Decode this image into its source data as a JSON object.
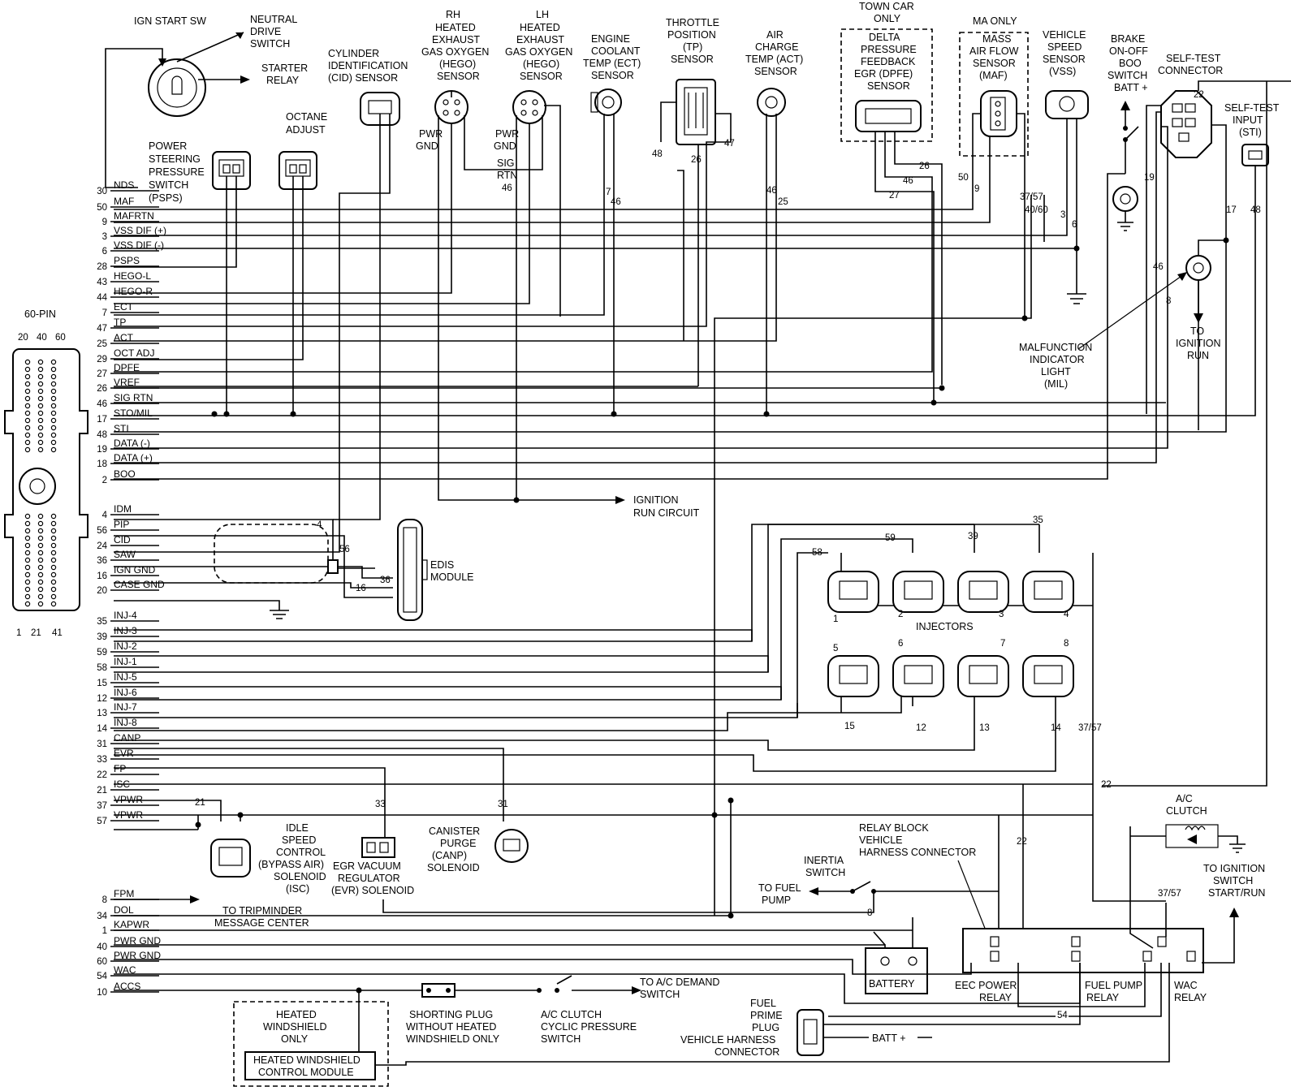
{
  "ecm": {
    "title": "60-PIN",
    "top_pins": [
      "20",
      "40",
      "60"
    ],
    "bottom_pins": [
      "1",
      "21",
      "41"
    ]
  },
  "ecm_pins": [
    {
      "pin": "30",
      "signal": "NDS"
    },
    {
      "pin": "50",
      "signal": "MAF"
    },
    {
      "pin": "9",
      "signal": "MAFRTN"
    },
    {
      "pin": "3",
      "signal": "VSS DIF (+)"
    },
    {
      "pin": "6",
      "signal": "VSS DIF (-)"
    },
    {
      "pin": "28",
      "signal": "PSPS"
    },
    {
      "pin": "43",
      "signal": "HEGO-L"
    },
    {
      "pin": "44",
      "signal": "HEGO-R"
    },
    {
      "pin": "7",
      "signal": "ECT"
    },
    {
      "pin": "47",
      "signal": "TP"
    },
    {
      "pin": "25",
      "signal": "ACT"
    },
    {
      "pin": "29",
      "signal": "OCT ADJ"
    },
    {
      "pin": "27",
      "signal": "DPFE"
    },
    {
      "pin": "26",
      "signal": "VREF"
    },
    {
      "pin": "46",
      "signal": "SIG RTN"
    },
    {
      "pin": "17",
      "signal": "STO/MIL"
    },
    {
      "pin": "48",
      "signal": "STI"
    },
    {
      "pin": "19",
      "signal": "DATA (-)"
    },
    {
      "pin": "18",
      "signal": "DATA (+)"
    },
    {
      "pin": "2",
      "signal": "BOO"
    },
    {
      "pin": "4",
      "signal": "IDM"
    },
    {
      "pin": "56",
      "signal": "PIP"
    },
    {
      "pin": "24",
      "signal": "CID"
    },
    {
      "pin": "36",
      "signal": "SAW"
    },
    {
      "pin": "16",
      "signal": "IGN GND"
    },
    {
      "pin": "20",
      "signal": "CASE GND"
    },
    {
      "pin": "35",
      "signal": "INJ-4"
    },
    {
      "pin": "39",
      "signal": "INJ-3"
    },
    {
      "pin": "59",
      "signal": "INJ-2"
    },
    {
      "pin": "58",
      "signal": "INJ-1"
    },
    {
      "pin": "15",
      "signal": "INJ-5"
    },
    {
      "pin": "12",
      "signal": "INJ-6"
    },
    {
      "pin": "13",
      "signal": "INJ-7"
    },
    {
      "pin": "14",
      "signal": "INJ-8"
    },
    {
      "pin": "31",
      "signal": "CANP"
    },
    {
      "pin": "33",
      "signal": "EVR"
    },
    {
      "pin": "22",
      "signal": "FP"
    },
    {
      "pin": "21",
      "signal": "ISC"
    },
    {
      "pin": "37",
      "signal": "VPWR"
    },
    {
      "pin": "57",
      "signal": "VPWR"
    },
    {
      "pin": "8",
      "signal": "FPM"
    },
    {
      "pin": "34",
      "signal": "DOL"
    },
    {
      "pin": "1",
      "signal": "KAPWR"
    },
    {
      "pin": "40",
      "signal": "PWR GND"
    },
    {
      "pin": "60",
      "signal": "PWR GND"
    },
    {
      "pin": "54",
      "signal": "WAC"
    },
    {
      "pin": "10",
      "signal": "ACCS"
    }
  ],
  "components": {
    "ign_start_sw": "IGN START SW",
    "neutral_drive_switch": [
      "NEUTRAL",
      "DRIVE",
      "SWITCH"
    ],
    "starter_relay": [
      "STARTER",
      "RELAY"
    ],
    "psps": [
      "POWER",
      "STEERING",
      "PRESSURE",
      "SWITCH",
      "(PSPS)"
    ],
    "octane_adjust": [
      "OCTANE",
      "ADJUST"
    ],
    "cid_sensor": [
      "CYLINDER",
      "IDENTIFICATION",
      "(CID) SENSOR"
    ],
    "rh_hego": [
      "RH",
      "HEATED",
      "EXHAUST",
      "GAS OXYGEN",
      "(HEGO)",
      "SENSOR"
    ],
    "lh_hego": [
      "LH",
      "HEATED",
      "EXHAUST",
      "GAS OXYGEN",
      "(HEGO)",
      "SENSOR"
    ],
    "ect_sensor": [
      "ENGINE",
      "COOLANT",
      "TEMP (ECT)",
      "SENSOR"
    ],
    "tp_sensor": [
      "THROTTLE",
      "POSITION",
      "(TP)",
      "SENSOR"
    ],
    "act_sensor": [
      "AIR",
      "CHARGE",
      "TEMP (ACT)",
      "SENSOR"
    ],
    "town_car_only": [
      "TOWN CAR",
      "ONLY"
    ],
    "dpfe_sensor": [
      "DELTA",
      "PRESSURE",
      "FEEDBACK",
      "EGR (DPFE)",
      "SENSOR"
    ],
    "ma_only": "MA ONLY",
    "maf_sensor": [
      "MASS",
      "AIR FLOW",
      "SENSOR",
      "(MAF)"
    ],
    "vss": [
      "VEHICLE",
      "SPEED",
      "SENSOR",
      "(VSS)"
    ],
    "boo_switch": [
      "BRAKE",
      "ON-OFF",
      "BOO",
      "SWITCH",
      "BATT +"
    ],
    "self_test_connector": [
      "SELF-TEST",
      "CONNECTOR"
    ],
    "sti": [
      "SELF-TEST",
      "INPUT",
      "(STI)"
    ],
    "mil": [
      "MALFUNCTION",
      "INDICATOR",
      "LIGHT",
      "(MIL)"
    ],
    "to_ignition_run": [
      "TO",
      "IGNITION",
      "RUN"
    ],
    "pwr_gnd": [
      "PWR",
      "GND"
    ],
    "sig_rtn": [
      "SIG",
      "RTN"
    ],
    "ignition_run_circuit": [
      "IGNITION",
      "RUN CIRCUIT"
    ],
    "edis": [
      "EDIS",
      "MODULE"
    ],
    "injectors": "INJECTORS",
    "isc": [
      "IDLE",
      "SPEED",
      "CONTROL",
      "(BYPASS AIR)",
      "SOLENOID",
      "(ISC)"
    ],
    "evr": [
      "EGR VACUUM",
      "REGULATOR",
      "(EVR) SOLENOID"
    ],
    "canp": [
      "CANISTER",
      "PURGE",
      "(CANP)",
      "SOLENOID"
    ],
    "relay_block": [
      "RELAY BLOCK",
      "VEHICLE",
      "HARNESS CONNECTOR"
    ],
    "inertia": [
      "INERTIA",
      "SWITCH"
    ],
    "to_fuel_pump": [
      "TO FUEL",
      "PUMP"
    ],
    "tripminder": [
      "TO TRIPMINDER",
      "MESSAGE CENTER"
    ],
    "battery": "BATTERY",
    "eec_relay": [
      "EEC POWER",
      "RELAY"
    ],
    "fuel_pump_relay": [
      "FUEL PUMP",
      "RELAY"
    ],
    "wac_relay": [
      "WAC",
      "RELAY"
    ],
    "ac_clutch": [
      "A/C",
      "CLUTCH"
    ],
    "to_ign_start_run": [
      "TO IGNITION",
      "SWITCH",
      "START/RUN"
    ],
    "ac_demand": [
      "TO A/C DEMAND",
      "SWITCH"
    ],
    "heated_ws_only": [
      "HEATED",
      "WINDSHIELD",
      "ONLY"
    ],
    "heated_ws_module": [
      "HEATED WINDSHIELD",
      "CONTROL MODULE"
    ],
    "shorting_plug": [
      "SHORTING PLUG",
      "WITHOUT HEATED",
      "WINDSHIELD ONLY"
    ],
    "ac_cyclic": [
      "A/C CLUTCH",
      "CYCLIC PRESSURE",
      "SWITCH"
    ],
    "fuel_prime": [
      "FUEL",
      "PRIME",
      "PLUG",
      "VEHICLE HARNESS",
      "CONNECTOR"
    ],
    "batt_plus": "BATT +"
  },
  "wire_numbers": {
    "w48": "48",
    "w26": "26",
    "w47": "47",
    "w7": "7",
    "w46": "46",
    "w25": "25",
    "w27": "27",
    "w50": "50",
    "w9": "9",
    "w3757": "37/57",
    "w4060": "40/60",
    "w3": "3",
    "w6": "6",
    "w19": "19",
    "w17": "17",
    "w8": "8",
    "w4": "4",
    "w56": "56",
    "w16": "16",
    "w36": "36",
    "w58": "58",
    "w59": "59",
    "w39": "39",
    "w35": "35",
    "w15": "15",
    "w12": "12",
    "w13": "13",
    "w14": "14",
    "w22": "22",
    "w21": "21",
    "w33": "33",
    "w31": "31",
    "w54": "54"
  },
  "injector_numbers": [
    "1",
    "2",
    "3",
    "4",
    "5",
    "6",
    "7",
    "8"
  ]
}
